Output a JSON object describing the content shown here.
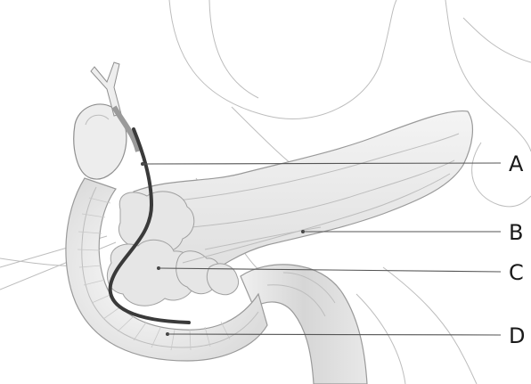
{
  "figure": {
    "labels": {
      "a": "A",
      "b": "B",
      "c": "C",
      "d": "D"
    },
    "colors": {
      "duct": "#3a3a3a",
      "tissue": "#e9e9e9",
      "organ_fill": "#f1f1f1",
      "outline": "#9a9a9a",
      "leader": "#555555"
    }
  }
}
